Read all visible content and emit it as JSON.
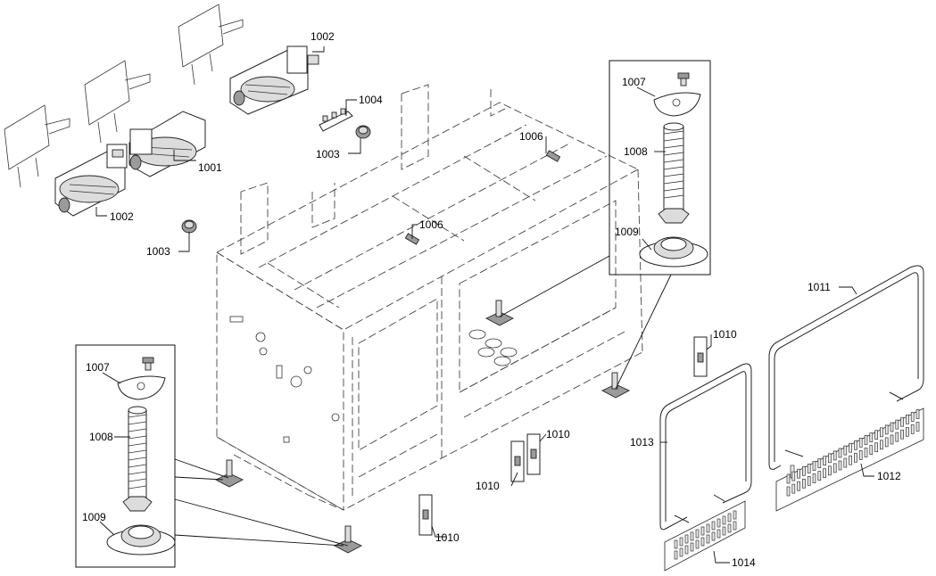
{
  "callouts": {
    "c1001": "1001",
    "c1002a": "1002",
    "c1002b": "1002",
    "c1003a": "1003",
    "c1003b": "1003",
    "c1004": "1004",
    "c1006a": "1006",
    "c1006b": "1006",
    "c1007a": "1007",
    "c1007b": "1007",
    "c1008a": "1008",
    "c1008b": "1008",
    "c1009a": "1009",
    "c1009b": "1009",
    "c1010a": "1010",
    "c1010b": "1010",
    "c1010c": "1010",
    "c1010d": "1010",
    "c1011": "1011",
    "c1012": "1012",
    "c1013": "1013",
    "c1014": "1014"
  }
}
